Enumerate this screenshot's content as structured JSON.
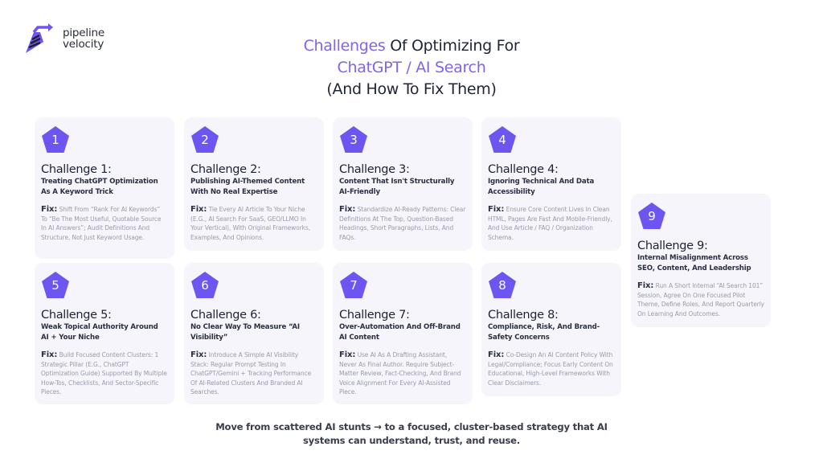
{
  "brand": {
    "name_line1": "pipeline",
    "name_line2": "velocity",
    "accent_color": "#7159f2"
  },
  "header": {
    "title_accent_1": "Challenges",
    "title_rest_1": " Of Optimizing For",
    "title_accent_2": "ChatGPT / AI Search",
    "title_line_3": "(And How To Fix Them)"
  },
  "fix_label": "Fix:",
  "challenges": [
    {
      "number": "1",
      "title": "Challenge 1:",
      "subtitle": "Treating ChatGPT Optimization As A Keyword Trick",
      "fix": "Shift From “Rank For AI Keywords” To “Be The Most Useful, Quotable Source In AI Answers”; Audit Definitions And Structure, Not Just Keyword Usage."
    },
    {
      "number": "2",
      "title": "Challenge 2:",
      "subtitle": "Publishing AI-Themed Content With No Real Expertise",
      "fix": "Tie Every AI Article To Your Niche (E.G., AI Search For SaaS, GEO/LLMO In Your Vertical), With Original Frameworks, Examples, And Opinions."
    },
    {
      "number": "3",
      "title": "Challenge 3:",
      "subtitle": "Content That Isn't Structurally AI-Friendly",
      "fix": "Standardize AI-Ready Patterns: Clear Definitions At The Top, Question-Based Headings, Short Paragraphs, Lists, And FAQs."
    },
    {
      "number": "4",
      "title": "Challenge 4:",
      "subtitle": "Ignoring Technical And Data Accessibility",
      "fix": "Ensure Core Content Lives In Clean HTML, Pages Are Fast And Mobile-Friendly, And Use Article / FAQ / Organization Schema."
    },
    {
      "number": "5",
      "title": "Challenge 5:",
      "subtitle": "Weak Topical Authority Around AI + Your Niche",
      "fix": "Build Focused Content Clusters: 1 Strategic Pillar (E.G., ChatGPT Optimization Guide) Supported By Multiple How-Tos, Checklists, And Sector-Specific Pieces."
    },
    {
      "number": "6",
      "title": "Challenge 6:",
      "subtitle": "No Clear Way To Measure “AI Visibility”",
      "fix": "Introduce A Simple AI Visibility Stack: Regular Prompt Testing In ChatGPT/Gemini + Tracking Performance Of AI-Related Clusters And Branded AI Searches."
    },
    {
      "number": "7",
      "title": "Challenge 7:",
      "subtitle": "Over-Automation And Off-Brand AI Content",
      "fix": "Use AI As A Drafting Assistant, Never As Final Author. Require Subject-Matter Review, Fact-Checking, And Brand Voice Alignment For Every AI-Assisted Piece."
    },
    {
      "number": "8",
      "title": "Challenge 8:",
      "subtitle": "Compliance, Risk, And Brand-Safety Concerns",
      "fix": "Co-Design An AI Content Policy With Legal/Compliance; Focus Early Content On Educational, High-Level Frameworks With Clear Disclaimers."
    },
    {
      "number": "9",
      "title": "Challenge 9:",
      "subtitle": "Internal Misalignment Across SEO, Content, And Leadership",
      "fix": "Run A Short Internal “AI Search 101” Session, Agree On One Focused Pilot Theme, Define Roles, And Report Quarterly On Learning And Outcomes."
    }
  ],
  "footer": {
    "text": "Move from scattered AI stunts → to a focused, cluster-based strategy that AI systems can understand, trust, and reuse."
  }
}
